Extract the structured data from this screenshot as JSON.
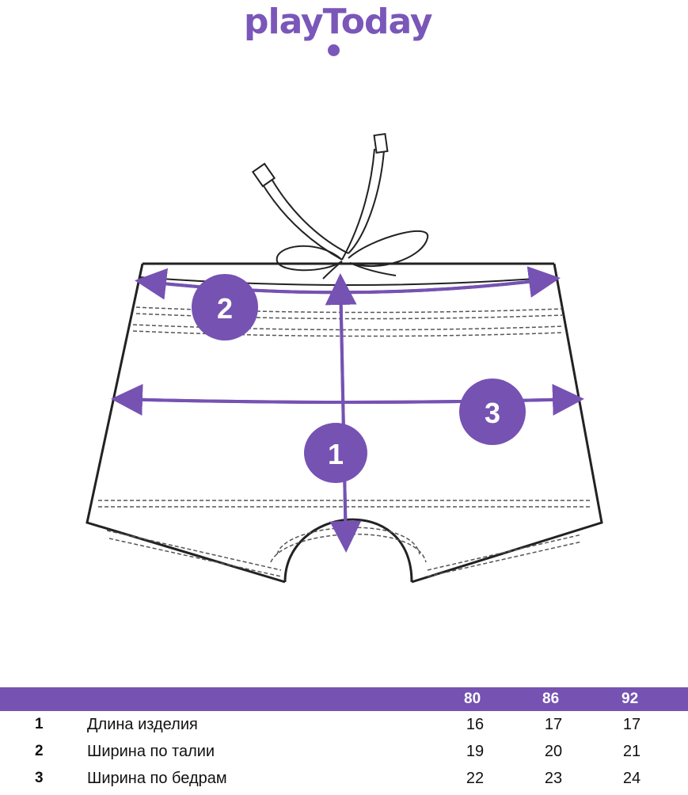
{
  "brand": {
    "logo_text": "playToday",
    "color": "#7652b3"
  },
  "markers": {
    "m1": "1",
    "m2": "2",
    "m3": "3"
  },
  "table": {
    "sizes": [
      "80",
      "86",
      "92"
    ],
    "rows": [
      {
        "num": "1",
        "label": "Длина изделия",
        "values": [
          "16",
          "17",
          "17"
        ]
      },
      {
        "num": "2",
        "label": "Ширина по талии",
        "values": [
          "19",
          "20",
          "21"
        ]
      },
      {
        "num": "3",
        "label": "Ширина по бедрам",
        "values": [
          "22",
          "23",
          "24"
        ]
      }
    ]
  }
}
